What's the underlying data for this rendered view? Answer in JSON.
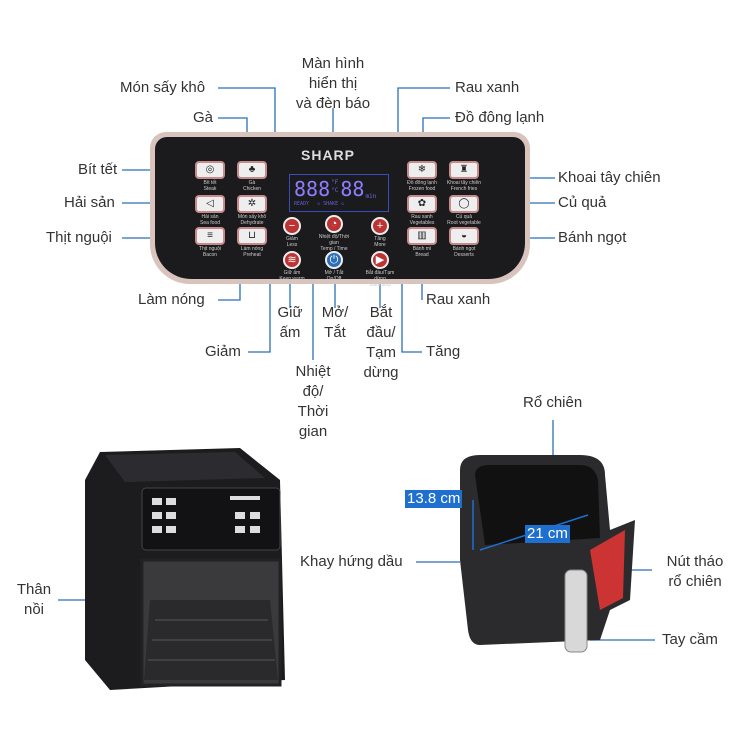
{
  "callouts": {
    "mon_say_kho": "Món sấy khô",
    "ga": "Gà",
    "bit_tet": "Bít tết",
    "hai_san": "Hải sản",
    "thit_nguoi": "Thịt nguội",
    "lam_nong": "Làm nóng",
    "giam": "Giảm",
    "giu_am": [
      "Giữ",
      "ấm"
    ],
    "nhiet_do": [
      "Nhiệt",
      "độ/",
      "Thời",
      "gian"
    ],
    "mo_tat": [
      "Mở/",
      "Tắt"
    ],
    "bat_dau": [
      "Bắt",
      "đầu/",
      "Tạm",
      "dừng"
    ],
    "tang": "Tăng",
    "rau_xanh_bottom": "Rau xanh",
    "man_hinh": [
      "Màn hình",
      "hiển thị",
      "và đèn báo"
    ],
    "rau_xanh_top": "Rau xanh",
    "do_dong_lanh": "Đồ đông lạnh",
    "khoai_tay": "Khoai tây chiên",
    "cu_qua": "Củ quả",
    "banh_ngot": "Bánh ngọt",
    "ro_chien": "Rổ chiên",
    "khay": "Khay hứng dầu",
    "nut_thao": [
      "Nút tháo",
      "rổ chiên"
    ],
    "tay_cam": "Tay cầm",
    "than_noi": [
      "Thân",
      "nồi"
    ]
  },
  "panel": {
    "brand": "SHARP",
    "display": "888",
    "unit_f": "°F",
    "unit_c": "°C",
    "display2": "88",
    "unit_min": "min",
    "ready": "READY",
    "shake": "◇ SHAKE ◇",
    "buttons": [
      {
        "vi": "Bít tết",
        "en": "Steak"
      },
      {
        "vi": "Gà",
        "en": "Chicken"
      },
      {
        "vi": "Hải sản",
        "en": "Sea food"
      },
      {
        "vi": "Món sấy khô",
        "en": "Dehydrate"
      },
      {
        "vi": "Thịt nguội",
        "en": "Bacon"
      },
      {
        "vi": "Làm nóng",
        "en": "Preheat"
      },
      {
        "vi": "Đồ đông lạnh",
        "en": "Frozen food"
      },
      {
        "vi": "Khoai tây chiên",
        "en": "French fries"
      },
      {
        "vi": "Rau xanh",
        "en": "Vegetables"
      },
      {
        "vi": "Củ quả",
        "en": "Root vegetable"
      },
      {
        "vi": "Bánh mì",
        "en": "Bread"
      },
      {
        "vi": "Bánh ngọt",
        "en": "Desserts"
      }
    ],
    "round": [
      {
        "vi": "Giảm",
        "en": "Less",
        "icon": "−"
      },
      {
        "vi": "Nhiệt độ/Thời gian",
        "en": "Temp / Time",
        "icon": "◔"
      },
      {
        "vi": "Tăng",
        "en": "More",
        "icon": "+"
      },
      {
        "vi": "Giữ ấm",
        "en": "Keep warm",
        "icon": "≋"
      },
      {
        "vi": "Mở / Tắt",
        "en": "On/Off",
        "icon": "⏻"
      },
      {
        "vi": "Bắt đầu/Tạm dừng",
        "en": "Start/Stop",
        "icon": "▶"
      }
    ]
  },
  "dimensions": {
    "height": "13.8 cm",
    "width": "21 cm"
  },
  "colors": {
    "line": "#2a6fb8",
    "accent": "#1f6fcf"
  }
}
